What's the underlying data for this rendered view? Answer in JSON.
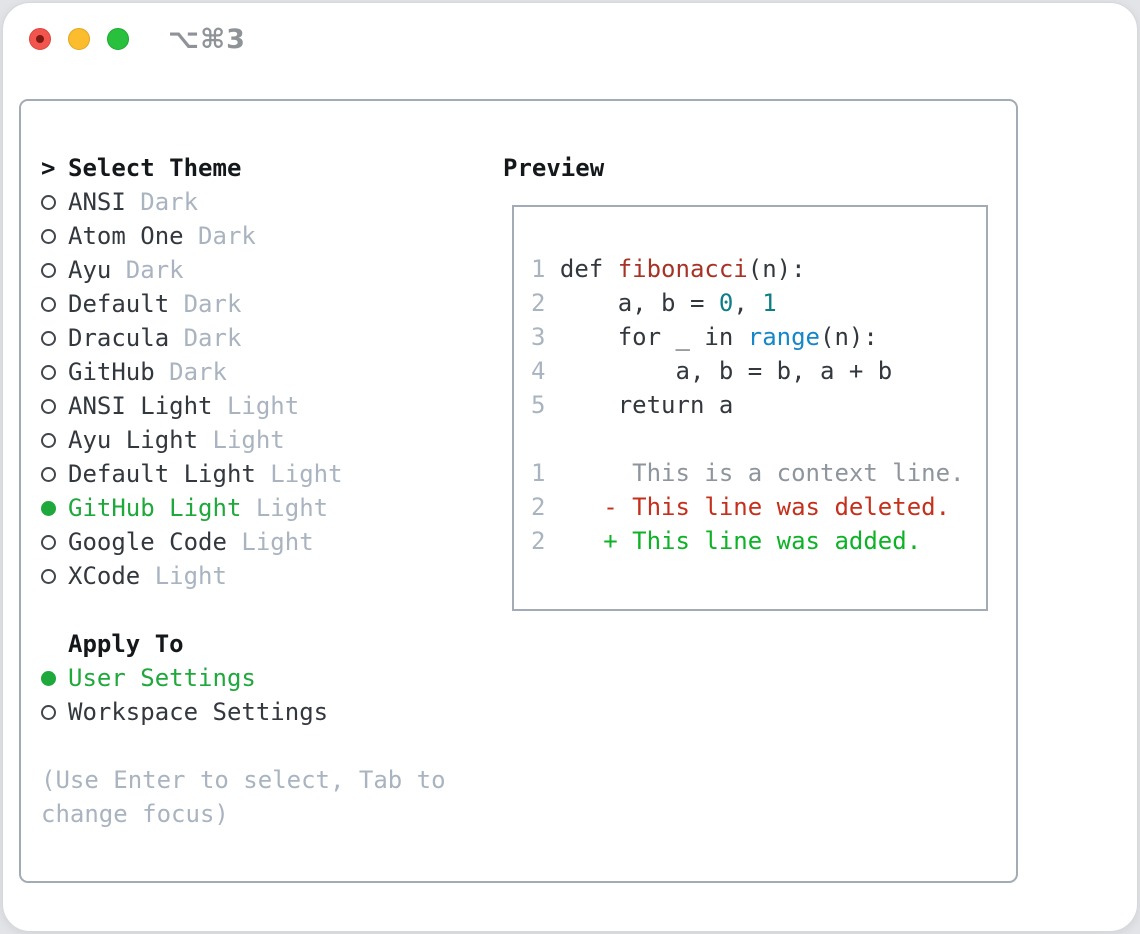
{
  "window": {
    "shortcut": "⌥⌘3"
  },
  "colors": {
    "accent_green": "#1fa83c",
    "muted_gray": "#a9b4c0",
    "text_dark": "#33383e",
    "heading_black": "#15181b",
    "func_red": "#a73327",
    "number_teal": "#0d7d87",
    "builtin_blue": "#1586c8",
    "diff_deleted": "#c5301c",
    "diff_added": "#0db226",
    "diff_context": "#8e959d",
    "panel_border": "#a3abb5"
  },
  "theme_list": {
    "pointer": ">",
    "header": "Select Theme",
    "items": [
      {
        "name": "ANSI",
        "variant": "Dark",
        "selected": false
      },
      {
        "name": "Atom One",
        "variant": "Dark",
        "selected": false
      },
      {
        "name": "Ayu",
        "variant": "Dark",
        "selected": false
      },
      {
        "name": "Default",
        "variant": "Dark",
        "selected": false
      },
      {
        "name": "Dracula",
        "variant": "Dark",
        "selected": false
      },
      {
        "name": "GitHub",
        "variant": "Dark",
        "selected": false
      },
      {
        "name": "ANSI Light",
        "variant": "Light",
        "selected": false
      },
      {
        "name": "Ayu Light",
        "variant": "Light",
        "selected": false
      },
      {
        "name": "Default Light",
        "variant": "Light",
        "selected": false
      },
      {
        "name": "GitHub Light",
        "variant": "Light",
        "selected": true
      },
      {
        "name": "Google Code",
        "variant": "Light",
        "selected": false
      },
      {
        "name": "XCode",
        "variant": "Light",
        "selected": false
      }
    ]
  },
  "apply_to": {
    "header": "Apply To",
    "options": [
      {
        "label": "User Settings",
        "selected": true
      },
      {
        "label": "Workspace Settings",
        "selected": false
      }
    ]
  },
  "footer_hint": {
    "lines": [
      "(Use Enter to select, Tab to",
      "change focus)"
    ]
  },
  "preview": {
    "header": "Preview",
    "lines": [
      {
        "num": "1",
        "tokens": [
          {
            "text": "def ",
            "color": "plain"
          },
          {
            "text": "fibonacci",
            "color": "func"
          },
          {
            "text": "(n):",
            "color": "plain"
          }
        ]
      },
      {
        "num": "2",
        "tokens": [
          {
            "text": "    a, b = ",
            "color": "plain"
          },
          {
            "text": "0",
            "color": "number"
          },
          {
            "text": ", ",
            "color": "plain"
          },
          {
            "text": "1",
            "color": "number"
          }
        ]
      },
      {
        "num": "3",
        "tokens": [
          {
            "text": "    for _ in ",
            "color": "plain"
          },
          {
            "text": "range",
            "color": "builtin"
          },
          {
            "text": "(n):",
            "color": "plain"
          }
        ]
      },
      {
        "num": "4",
        "tokens": [
          {
            "text": "        a, b = b, a + b",
            "color": "plain"
          }
        ]
      },
      {
        "num": "5",
        "tokens": [
          {
            "text": "    return a",
            "color": "plain"
          }
        ]
      },
      {
        "num": "",
        "tokens": []
      },
      {
        "num": "1",
        "tokens": [
          {
            "text": "     This is a context line.",
            "color": "context"
          }
        ]
      },
      {
        "num": "2",
        "tokens": [
          {
            "text": "   - This line was deleted.",
            "color": "deleted"
          }
        ]
      },
      {
        "num": "2",
        "tokens": [
          {
            "text": "   + This line was added.",
            "color": "added"
          }
        ]
      }
    ]
  }
}
